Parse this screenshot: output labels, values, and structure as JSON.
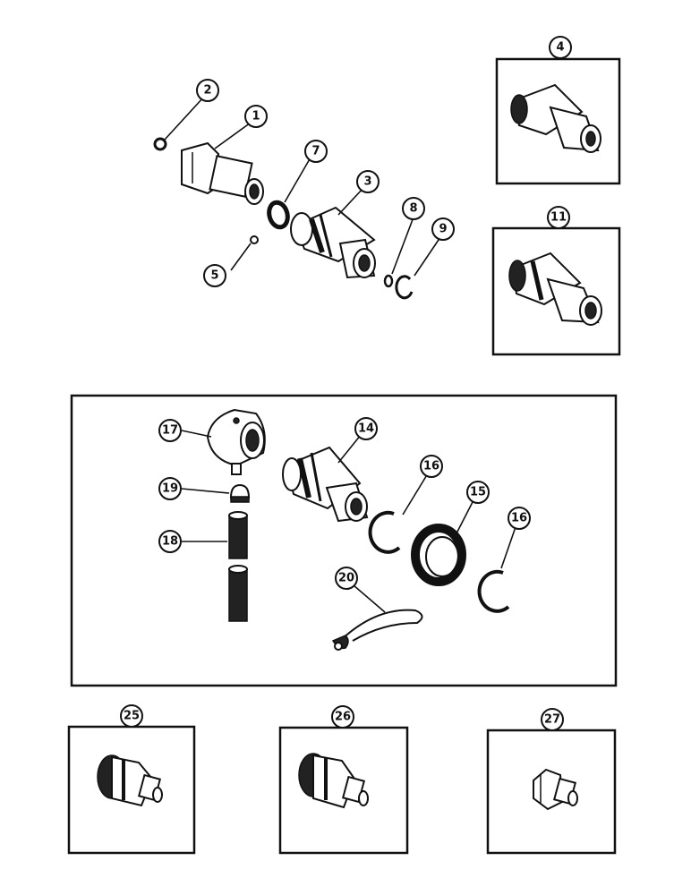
{
  "callouts": {
    "c1": "1",
    "c2": "2",
    "c3": "3",
    "c4": "4",
    "c5": "5",
    "c7": "7",
    "c8": "8",
    "c9": "9",
    "c11": "11",
    "c14": "14",
    "c15": "15",
    "c16a": "16",
    "c16b": "16",
    "c17": "17",
    "c18": "18",
    "c19": "19",
    "c20": "20",
    "c25": "25",
    "c26": "26",
    "c27": "27"
  },
  "colors": {
    "ink": "#111111",
    "paper": "#ffffff"
  },
  "parts": [
    {
      "id": "1",
      "icon": "male-coupler-body-icon"
    },
    {
      "id": "2",
      "icon": "small-ring-icon"
    },
    {
      "id": "3",
      "icon": "female-coupler-icon"
    },
    {
      "id": "4",
      "icon": "coupler-assembly-icon"
    },
    {
      "id": "5",
      "icon": "ball-icon"
    },
    {
      "id": "7",
      "icon": "o-ring-icon"
    },
    {
      "id": "8",
      "icon": "small-o-ring-icon"
    },
    {
      "id": "9",
      "icon": "snap-ring-icon"
    },
    {
      "id": "11",
      "icon": "coupler-assembly-icon"
    },
    {
      "id": "14",
      "icon": "coupler-icon"
    },
    {
      "id": "15",
      "icon": "sleeve-ring-icon"
    },
    {
      "id": "16",
      "icon": "snap-ring-icon"
    },
    {
      "id": "17",
      "icon": "bracket-housing-icon"
    },
    {
      "id": "18",
      "icon": "spacer-tube-icon"
    },
    {
      "id": "19",
      "icon": "cap-nut-icon"
    },
    {
      "id": "20",
      "icon": "dust-cap-strap-icon"
    },
    {
      "id": "25",
      "icon": "tip-icon"
    },
    {
      "id": "26",
      "icon": "tip-icon"
    },
    {
      "id": "27",
      "icon": "tip-icon"
    }
  ]
}
